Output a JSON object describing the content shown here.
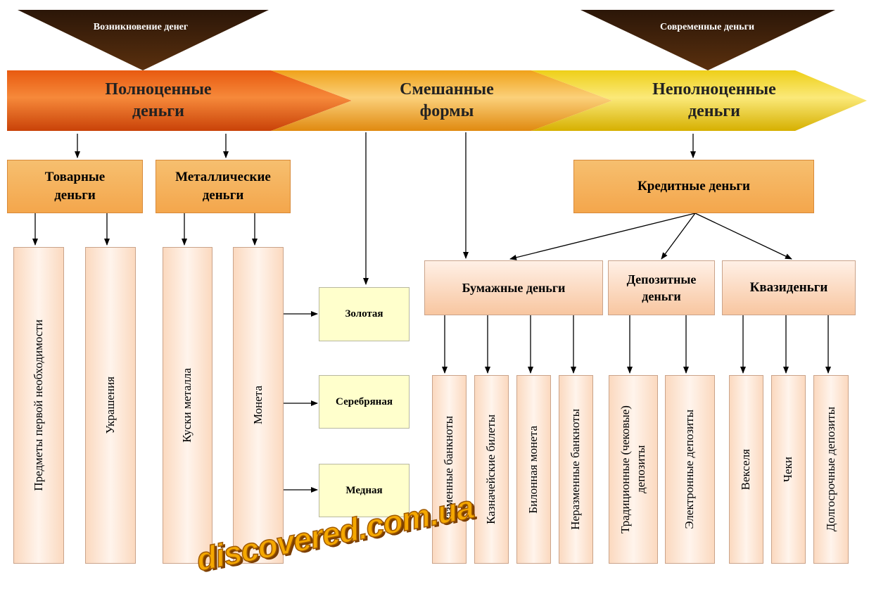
{
  "top_labels": {
    "left": "Возникновение денег",
    "right": "Современные деньги"
  },
  "band": {
    "left": "Полноценные деньги",
    "middle": "Смешанные формы",
    "right": "Неполноценные деньги"
  },
  "categories": {
    "commodity": "Товарные деньги",
    "metal": "Металлические деньги",
    "credit": "Кредитные деньги"
  },
  "credit_types": {
    "paper": "Бумажные деньги",
    "deposit": "Депозитные деньги",
    "quasi": "Квазиденьги"
  },
  "left_items": {
    "essentials": "Предметы первой необходимости",
    "jewelry": "Украшения",
    "metal_pieces": "Куски металла",
    "coin": "Монета"
  },
  "coin_types": {
    "gold": "Золотая",
    "silver": "Серебряная",
    "copper": "Медная"
  },
  "paper_items": {
    "exchangeable": "Разменные банкноты",
    "treasury": "Казначейские билеты",
    "billon": "Билонная монета",
    "non_exchangeable": "Неразменные банкноты"
  },
  "deposit_items": {
    "traditional": "Традиционные (чековые) депозиты",
    "electronic": "Электронные депозиты"
  },
  "quasi_items": {
    "bills": "Векселя",
    "cheques": "Чеки",
    "long_term": "Долгосрочные депозиты"
  },
  "watermark": "discovered.com.ua"
}
